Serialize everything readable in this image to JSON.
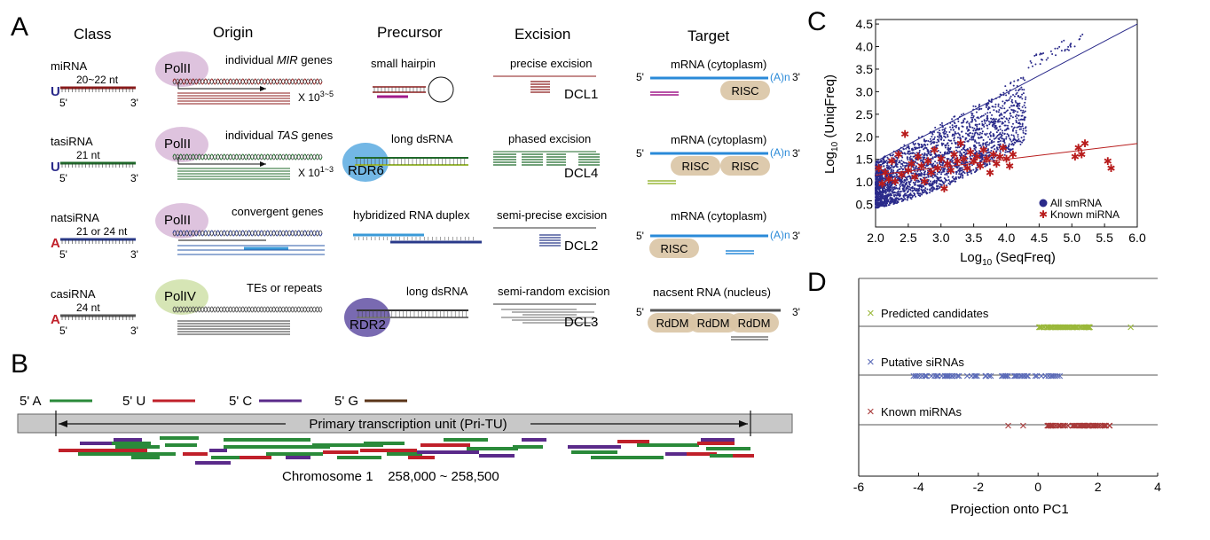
{
  "panels": {
    "a": "A",
    "b": "B",
    "c": "C",
    "d": "D"
  },
  "panel_a": {
    "headers": [
      "Class",
      "Origin",
      "Precursor",
      "Excision",
      "Target"
    ],
    "rows": [
      {
        "class": "miRNA",
        "length": "20~22 nt",
        "nt5": "U",
        "end5": "5'",
        "end3": "3'",
        "polymerase": "PolII",
        "origin_pre": "individual ",
        "origin_em": "MIR",
        "origin_post": " genes",
        "copy_base": "X 10",
        "copy_exp": "3~5",
        "precursor": "small hairpin",
        "excision": "precise excision",
        "dcl": "DCL1",
        "target": "mRNA (cytoplasm)",
        "t5": "5'",
        "t3": "3'",
        "complexes": [
          "RISC"
        ]
      },
      {
        "class": "tasiRNA",
        "length": "21 nt",
        "nt5": "U",
        "end5": "5'",
        "end3": "3'",
        "polymerase": "PolII",
        "origin_pre": "individual ",
        "origin_em": "TAS",
        "origin_post": " genes",
        "copy_base": "X 10",
        "copy_exp": "1~3",
        "precursor": "long dsRNA",
        "rdr": "RDR6",
        "excision": "phased excision",
        "dcl": "DCL4",
        "target": "mRNA (cytoplasm)",
        "t5": "5'",
        "t3": "3'",
        "complexes": [
          "RISC",
          "RISC"
        ]
      },
      {
        "class": "natsiRNA",
        "length": "21 or 24 nt",
        "nt5": "A",
        "end5": "5'",
        "end3": "3'",
        "polymerase": "PolII",
        "origin_pre": "convergent genes",
        "origin_em": "",
        "origin_post": "",
        "precursor": "hybridized RNA duplex",
        "excision": "semi-precise excision",
        "dcl": "DCL2",
        "target": "mRNA (cytoplasm)",
        "t5": "5'",
        "t3": "3'",
        "complexes": [
          "RISC"
        ]
      },
      {
        "class": "casiRNA",
        "length": "24 nt",
        "nt5": "A",
        "end5": "5'",
        "end3": "3'",
        "polymerase": "PolIV",
        "origin_pre": "TEs or repeats",
        "origin_em": "",
        "origin_post": "",
        "precursor": "long dsRNA",
        "rdr": "RDR2",
        "excision": "semi-random excision",
        "dcl": "DCL3",
        "target": "nacsent RNA (nucleus)",
        "t5": "5'",
        "t3": "3'",
        "complexes": [
          "RdDM",
          "RdDM",
          "RdDM"
        ]
      }
    ],
    "poly_a": "(A)n"
  },
  "panel_b": {
    "legend": [
      {
        "label": "5' A",
        "color": "#2a8a3a"
      },
      {
        "label": "5' U",
        "color": "#c0202a"
      },
      {
        "label": "5' C",
        "color": "#5a2a8a"
      },
      {
        "label": "5' G",
        "color": "#5a3418"
      }
    ],
    "unit_label": "Primary transcription unit (Pri-TU)",
    "location": "Chromosome 1    258,000 ~ 258,500"
  },
  "chart_data": [
    {
      "type": "scatter",
      "panel": "C",
      "xlabel_base": "Log",
      "xlabel_sub": "10",
      "xlabel_rest": " (SeqFreq)",
      "ylabel_base": "Log",
      "ylabel_sub": "10",
      "ylabel_rest": " (UniqFreq)",
      "xlim": [
        2.0,
        6.0
      ],
      "ylim": [
        0.0,
        4.6
      ],
      "xticks": [
        "2.0",
        "2.5",
        "3.0",
        "3.5",
        "4.0",
        "4.5",
        "5.0",
        "5.5",
        "6.0"
      ],
      "yticks": [
        "0.5",
        "1.0",
        "1.5",
        "2.0",
        "2.5",
        "3.0",
        "3.5",
        "4.0",
        "4.5"
      ],
      "series": [
        {
          "name": "All smRNA",
          "color": "#2a2a8a",
          "fit": [
            [
              2.0,
              1.45
            ],
            [
              6.0,
              4.5
            ]
          ]
        },
        {
          "name": "Known miRNA",
          "color": "#b81c1c",
          "fit": [
            [
              2.0,
              1.15
            ],
            [
              6.0,
              1.85
            ]
          ],
          "points": [
            [
              2.05,
              1.3
            ],
            [
              2.1,
              0.95
            ],
            [
              2.15,
              1.2
            ],
            [
              2.2,
              1.05
            ],
            [
              2.25,
              1.45
            ],
            [
              2.3,
              1.0
            ],
            [
              2.35,
              1.6
            ],
            [
              2.4,
              1.15
            ],
            [
              2.45,
              2.05
            ],
            [
              2.5,
              1.25
            ],
            [
              2.55,
              1.4
            ],
            [
              2.6,
              1.1
            ],
            [
              2.65,
              1.55
            ],
            [
              2.7,
              1.35
            ],
            [
              2.75,
              1.0
            ],
            [
              2.8,
              1.45
            ],
            [
              2.85,
              1.2
            ],
            [
              2.9,
              1.7
            ],
            [
              2.95,
              1.3
            ],
            [
              3.0,
              1.5
            ],
            [
              3.05,
              0.85
            ],
            [
              3.1,
              1.4
            ],
            [
              3.15,
              1.25
            ],
            [
              3.2,
              1.6
            ],
            [
              3.25,
              1.45
            ],
            [
              3.3,
              1.85
            ],
            [
              3.35,
              1.5
            ],
            [
              3.4,
              1.3
            ],
            [
              3.45,
              1.65
            ],
            [
              3.5,
              1.45
            ],
            [
              3.55,
              1.55
            ],
            [
              3.6,
              1.35
            ],
            [
              3.65,
              1.7
            ],
            [
              3.7,
              1.5
            ],
            [
              3.75,
              1.2
            ],
            [
              3.8,
              1.6
            ],
            [
              3.85,
              1.4
            ],
            [
              3.9,
              1.55
            ],
            [
              3.95,
              1.75
            ],
            [
              4.0,
              1.5
            ],
            [
              4.05,
              1.35
            ],
            [
              4.1,
              1.6
            ],
            [
              5.05,
              1.55
            ],
            [
              5.1,
              1.75
            ],
            [
              5.15,
              1.6
            ],
            [
              5.2,
              1.85
            ],
            [
              5.55,
              1.45
            ],
            [
              5.6,
              1.3
            ]
          ]
        }
      ],
      "legend_position": "bottom-right"
    },
    {
      "type": "scatter",
      "panel": "D",
      "xlabel": "Projection onto PC1",
      "xlim": [
        -6,
        4
      ],
      "xticks": [
        "-6",
        "-4",
        "-2",
        "0",
        "2",
        "4"
      ],
      "series": [
        {
          "name": "Predicted candidates",
          "color": "#9ab83a",
          "range": [
            0.0,
            1.8
          ],
          "extra": [
            3.1
          ]
        },
        {
          "name": "Putative siRNAs",
          "color": "#5a6ab8",
          "range": [
            -4.3,
            0.85
          ],
          "extra": []
        },
        {
          "name": "Known miRNAs",
          "color": "#a83a3a",
          "range": [
            0.3,
            2.4
          ],
          "extra": [
            -1.0,
            -0.5
          ]
        }
      ]
    }
  ]
}
